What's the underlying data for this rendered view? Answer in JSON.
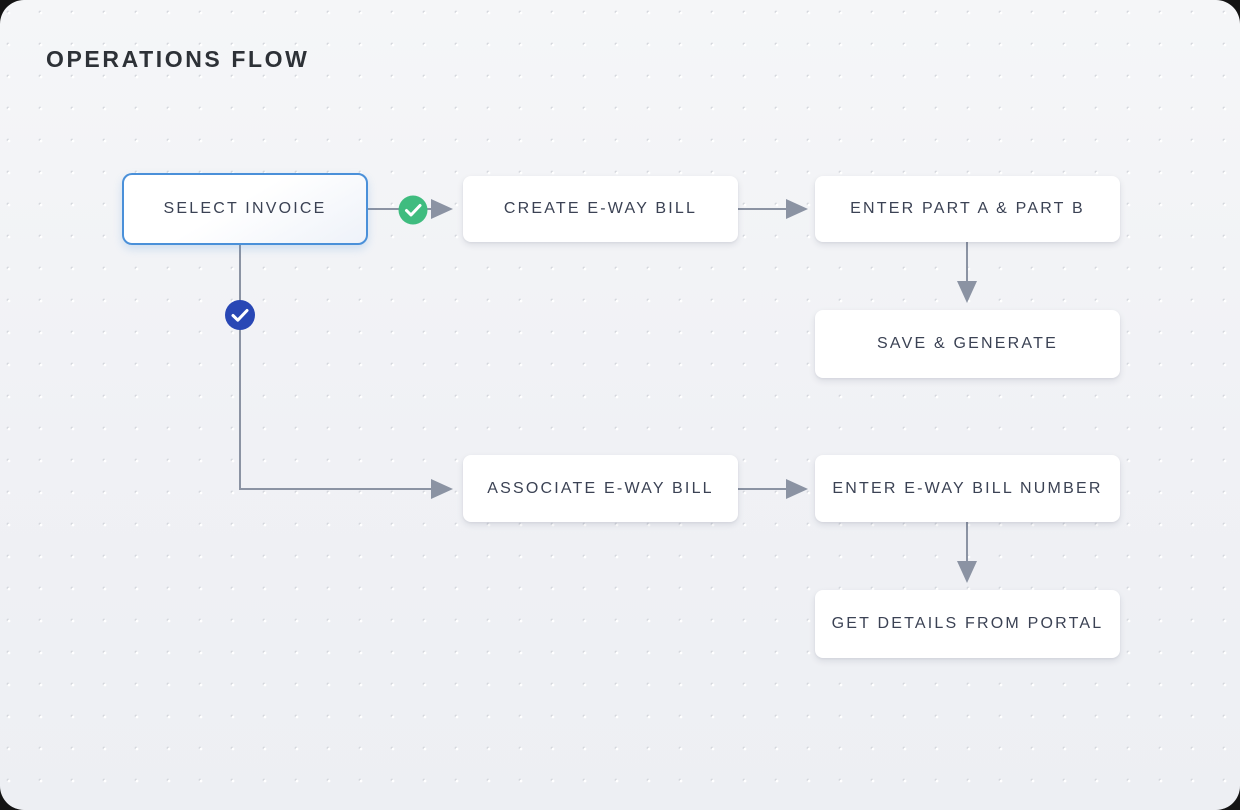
{
  "title": "OPERATIONS FLOW",
  "nodes": {
    "select_invoice": {
      "label": "SELECT INVOICE",
      "selected": true
    },
    "create_eway_bill": {
      "label": "CREATE E-WAY BILL"
    },
    "enter_part_a_b": {
      "label": "ENTER PART A & PART B"
    },
    "save_generate": {
      "label": "SAVE & GENERATE"
    },
    "associate_eway_bill": {
      "label": "ASSOCIATE E-WAY BILL"
    },
    "enter_eway_bill_number": {
      "label": "ENTER E-WAY BILL NUMBER"
    },
    "get_details_from_portal": {
      "label": "GET DETAILS FROM PORTAL"
    }
  },
  "markers": {
    "create_branch_check": "check-icon",
    "associate_branch_check": "check-icon"
  },
  "colors": {
    "selected_border": "#4a90d9",
    "success_green": "#3fbc7f",
    "branch_blue": "#2947b5",
    "arrow_gray": "#8b93a3",
    "node_text": "#3b4254",
    "dot_color": "#d5d8de"
  }
}
